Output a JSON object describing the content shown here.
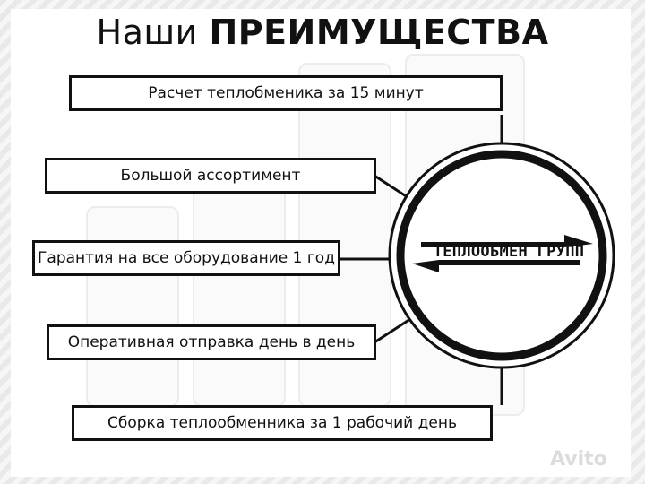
{
  "title": {
    "regular": "Наши",
    "bold": "ПРЕИМУЩЕСТВА"
  },
  "advantages": [
    "Расчет теплобменика за 15 минут",
    "Большой ассортимент",
    "Гарантия на все оборудование 1 год",
    "Оперативная отправка день в день",
    "Сборка теплообменника за 1 рабочий день"
  ],
  "logo": {
    "text": "ТЕПЛООБМЕН ГРУПП"
  },
  "watermark": "Avito"
}
